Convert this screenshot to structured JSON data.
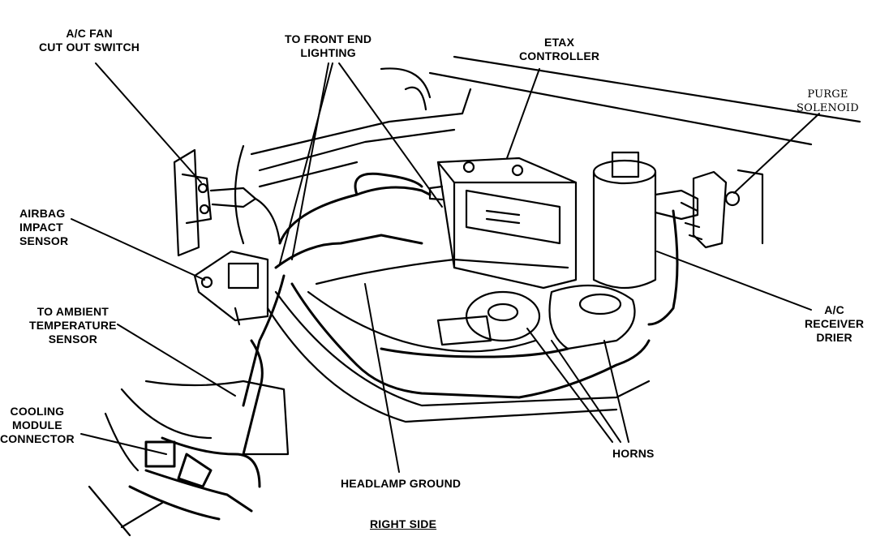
{
  "labels": {
    "ac_fan_switch": [
      "A/C FAN",
      "CUT OUT SWITCH"
    ],
    "front_end_lighting": [
      "TO FRONT END",
      "LIGHTING"
    ],
    "etax_controller": [
      "ETAX",
      "CONTROLLER"
    ],
    "purge_solenoid": [
      "PURGE",
      "SOLENOID"
    ],
    "airbag_sensor": [
      "AIRBAG",
      "IMPACT",
      "SENSOR"
    ],
    "ambient_temp": [
      "TO AMBIENT",
      "TEMPERATURE",
      "SENSOR"
    ],
    "cooling_module": [
      "COOLING",
      "MODULE",
      "CONNECTOR"
    ],
    "ac_receiver": [
      "A/C",
      "RECEIVER",
      "DRIER"
    ],
    "horns": "HORNS",
    "headlamp_ground": "HEADLAMP GROUND",
    "caption": "RIGHT SIDE"
  }
}
